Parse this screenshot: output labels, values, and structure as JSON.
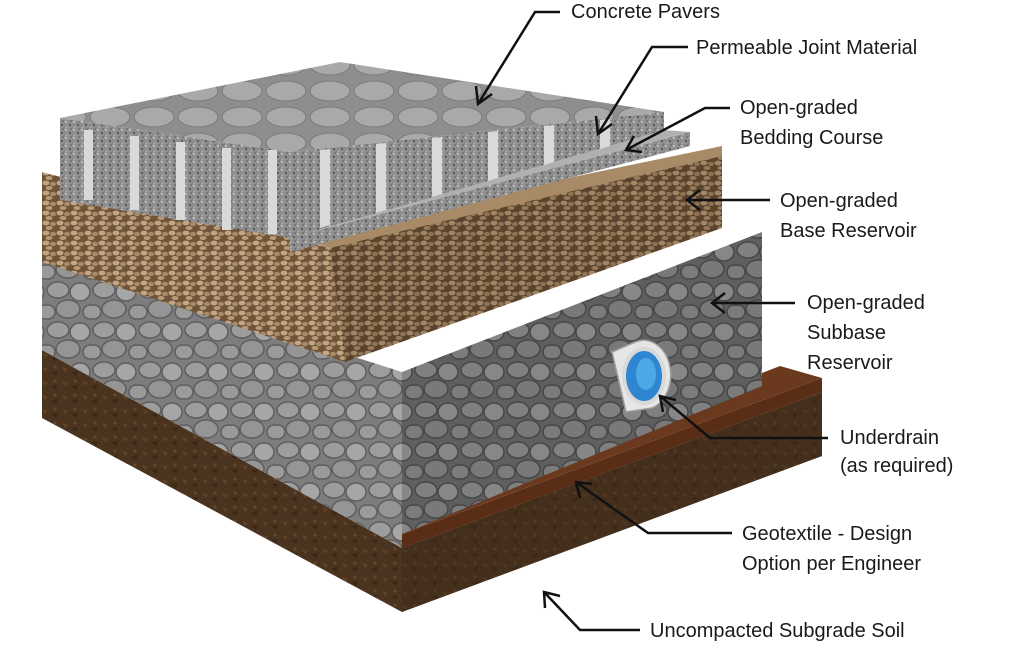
{
  "labels": {
    "concrete_pavers": "Concrete Pavers",
    "joint_material": "Permeable Joint Material",
    "bedding_line1": "Open-graded",
    "bedding_line2": "Bedding Course",
    "base_line1": "Open-graded",
    "base_line2": "Base Reservoir",
    "subbase_line1": "Open-graded",
    "subbase_line2": "Subbase",
    "subbase_line3": "Reservoir",
    "underdrain_line1": "Underdrain",
    "underdrain_line2": "(as required)",
    "geotextile_line1": "Geotextile - Design",
    "geotextile_line2": "Option per Engineer",
    "subgrade": "Uncompacted Subgrade Soil"
  },
  "colors": {
    "soil": "#4a3420",
    "geotextile": "#5a2e16",
    "subbase_stone": "#8f8f8f",
    "base_gravel": "#9a7d5c",
    "bedding": "#8a8a8a",
    "paver": "#9c9c9c",
    "joint": "#d7d7d7",
    "underdrain": "#3aa0e6"
  }
}
